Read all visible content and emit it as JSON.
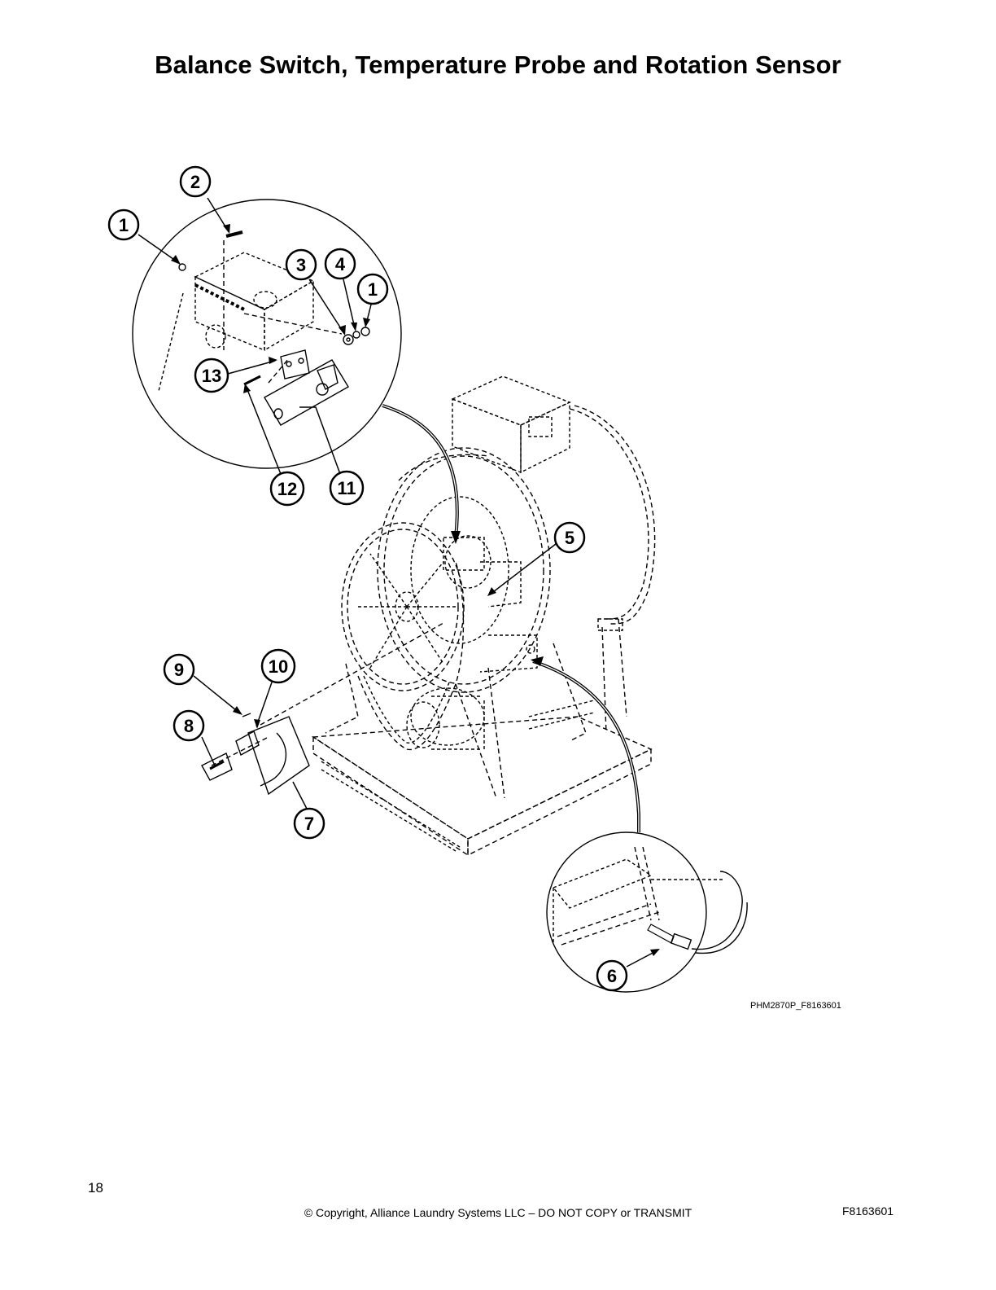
{
  "page": {
    "title": "Balance Switch, Temperature Probe and Rotation Sensor",
    "figure_code": "PHM2870P_F8163601",
    "page_number": "18",
    "copyright": "© Copyright, Alliance Laundry Systems LLC – DO NOT COPY or TRANSMIT",
    "doc_code": "F8163601"
  },
  "callouts": {
    "c1a": "1",
    "c2": "2",
    "c3": "3",
    "c4": "4",
    "c1b": "1",
    "c13": "13",
    "c12": "12",
    "c11": "11",
    "c5": "5",
    "c9": "9",
    "c10": "10",
    "c8": "8",
    "c7": "7",
    "c6": "6"
  }
}
